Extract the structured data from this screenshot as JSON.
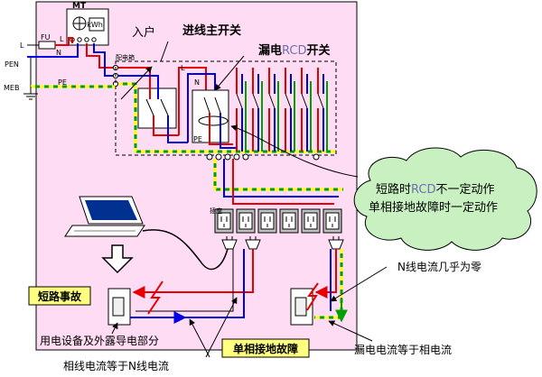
{
  "labels": {
    "mt": "MT",
    "entry": "入户",
    "main_switch": "进线主开关",
    "rcd_switch_a": "漏电",
    "rcd_switch_b": "RCD",
    "rcd_switch_c": "开关",
    "l_in": "L",
    "fu": "FU",
    "l_mid": "L",
    "n_in": "N",
    "pen": "PEN",
    "meb": "MEB",
    "pe_left": "PE",
    "dist_box": "配电箱",
    "l_box": "L",
    "n_box": "N",
    "pe_box": "PE",
    "sockets": "插座",
    "n_current_zero": "N线电流几乎为零",
    "short_circuit": "短路事故",
    "single_phase_fault": "单相接地故障",
    "equipment_parts": "用电设备及外露导电部分",
    "phase_eq_n": "相线电流等于N线电流",
    "leak_eq_phase": "漏电电流等于相电流"
  },
  "cloud": {
    "line1_a": "短路时",
    "line1_b": "RCD",
    "line1_c": "不一定动作",
    "line2": "单相接地故障时一定动作"
  },
  "icons": [
    "meter-icon",
    "fuse-icon",
    "ground-icon",
    "laptop-icon",
    "down-arrow-icon",
    "plug-icon",
    "lightning-icon",
    "breaker-icon",
    "socket-icon"
  ],
  "colors": {
    "wall": "#fedcf3",
    "phase": "#e60000",
    "neutral": "#0000e6",
    "pe_green": "#00a000",
    "pe_yellow": "#ffff00",
    "cloud": "#c8f0c0",
    "label_bg": "#ffff80",
    "socket_fill": "#c0c0c0"
  }
}
